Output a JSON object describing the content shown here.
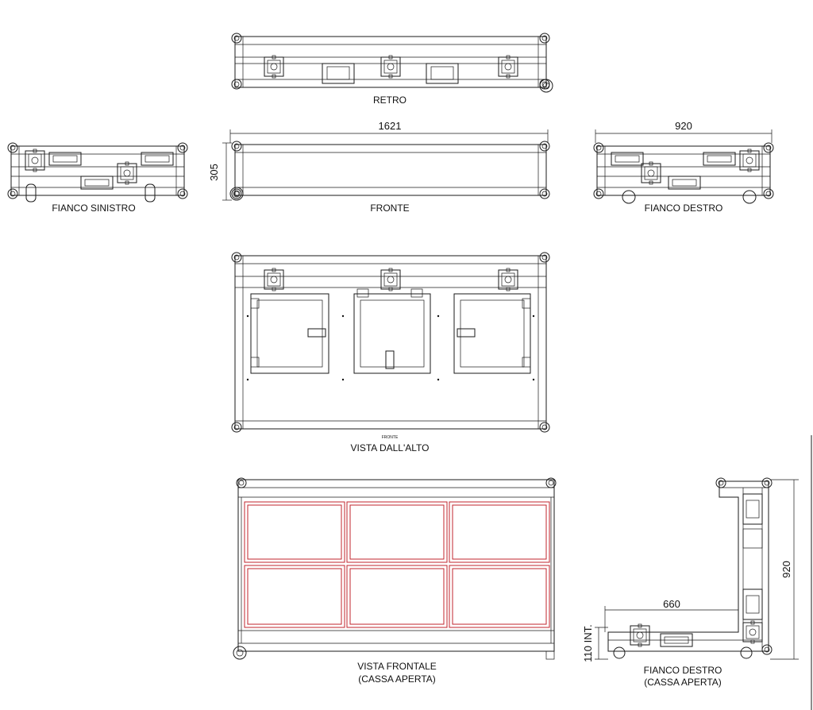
{
  "labels": {
    "retro": "RETRO",
    "fronte": "FRONTE",
    "fianco_sinistro": "FIANCO SINISTRO",
    "fianco_destro": "FIANCO DESTRO",
    "vista_dall_alto": "VISTA DALL'ALTO",
    "fronte_small": "FRONTE",
    "vista_frontale_1": "VISTA FRONTALE",
    "vista_frontale_2": "(CASSA APERTA)",
    "fianco_destro_aperta_1": "FIANCO DESTRO",
    "fianco_destro_aperta_2": "(CASSA APERTA)"
  },
  "dimensions": {
    "width": "1621",
    "height": "305",
    "depth": "920",
    "open_depth": "660",
    "open_height": "920",
    "inner_height": "110 INT."
  },
  "colors": {
    "line": "#1a1a1a",
    "red": "#c0262e"
  }
}
